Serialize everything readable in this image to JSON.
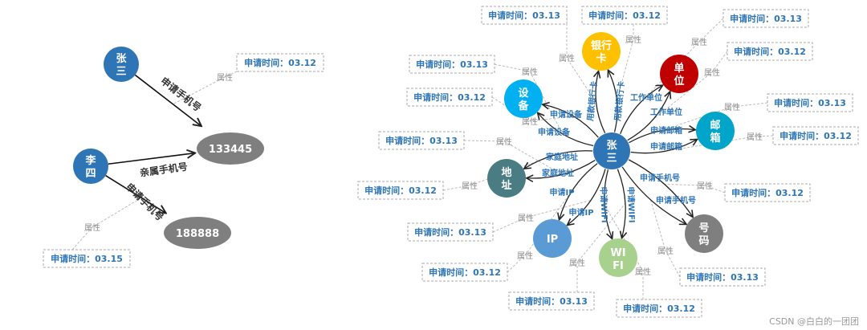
{
  "colors": {
    "person": "#2E75B6",
    "phone": "#7F7F7F",
    "attr_text": "#2E75B6",
    "edge_label": "#2E75B6",
    "attr_label": "#8C8C8C"
  },
  "attr_word": "属性",
  "left_graph": {
    "nodes": [
      {
        "label": "张三",
        "kind": "person"
      },
      {
        "label": "李四",
        "kind": "person"
      },
      {
        "label": "133445",
        "kind": "phone"
      },
      {
        "label": "188888",
        "kind": "phone"
      }
    ],
    "edges": [
      {
        "from": 0,
        "to": 2,
        "label": "申请手机号"
      },
      {
        "from": 1,
        "to": 2,
        "label": "亲属手机号"
      },
      {
        "from": 1,
        "to": 3,
        "label": "申请手机号"
      }
    ],
    "attributes": [
      {
        "edge": 0,
        "text": "申请时间：03.12"
      },
      {
        "edge": 2,
        "text": "申请时间：03.15"
      }
    ]
  },
  "right_graph": {
    "center": {
      "label": "张三",
      "color": "#2E75B6"
    },
    "satellites": [
      {
        "label": "银行卡",
        "color": "#FFC000",
        "edge_labels": [
          "用款银行卡",
          "用款银行卡"
        ],
        "attributes": [
          "申请时间：03.13",
          "申请时间：03.12"
        ]
      },
      {
        "label": "单位",
        "color": "#C00000",
        "edge_labels": [
          "工作单位",
          "工作单位"
        ],
        "attributes": [
          "申请时间：03.13",
          "申请时间：03.12"
        ]
      },
      {
        "label": "设备",
        "color": "#00B0F0",
        "edge_labels": [
          "申请设备",
          "申请设备"
        ],
        "attributes": [
          "申请时间：03.13",
          "申请时间：03.12"
        ]
      },
      {
        "label": "邮箱",
        "color": "#00A5C9",
        "edge_labels": [
          "申请邮箱",
          "申请邮箱"
        ],
        "attributes": [
          "申请时间：03.13",
          "申请时间：03.12"
        ]
      },
      {
        "label": "地址",
        "color": "#4A7C84",
        "edge_labels": [
          "家庭地址",
          "家庭地址"
        ],
        "attributes": [
          "申请时间：03.13",
          "申请时间：03.12"
        ]
      },
      {
        "label": "IP",
        "color": "#5B9BD5",
        "edge_labels": [
          "申请IP",
          "申请IP"
        ],
        "attributes": [
          "申请时间：03.13",
          "申请时间：03.12"
        ]
      },
      {
        "label": "WIFI",
        "color": "#A9D18E",
        "edge_labels": [
          "申请WIFI",
          "申请WIFI"
        ],
        "attributes": [
          "申请时间：03.13",
          "申请时间：03.12"
        ]
      },
      {
        "label": "号码",
        "color": "#7F7F7F",
        "edge_labels": [
          "申请手机号",
          "申请手机号"
        ],
        "attributes": [
          "申请时间：03.12",
          "申请时间：03.13"
        ]
      }
    ]
  },
  "watermark": "CSDN @白白的一团团"
}
